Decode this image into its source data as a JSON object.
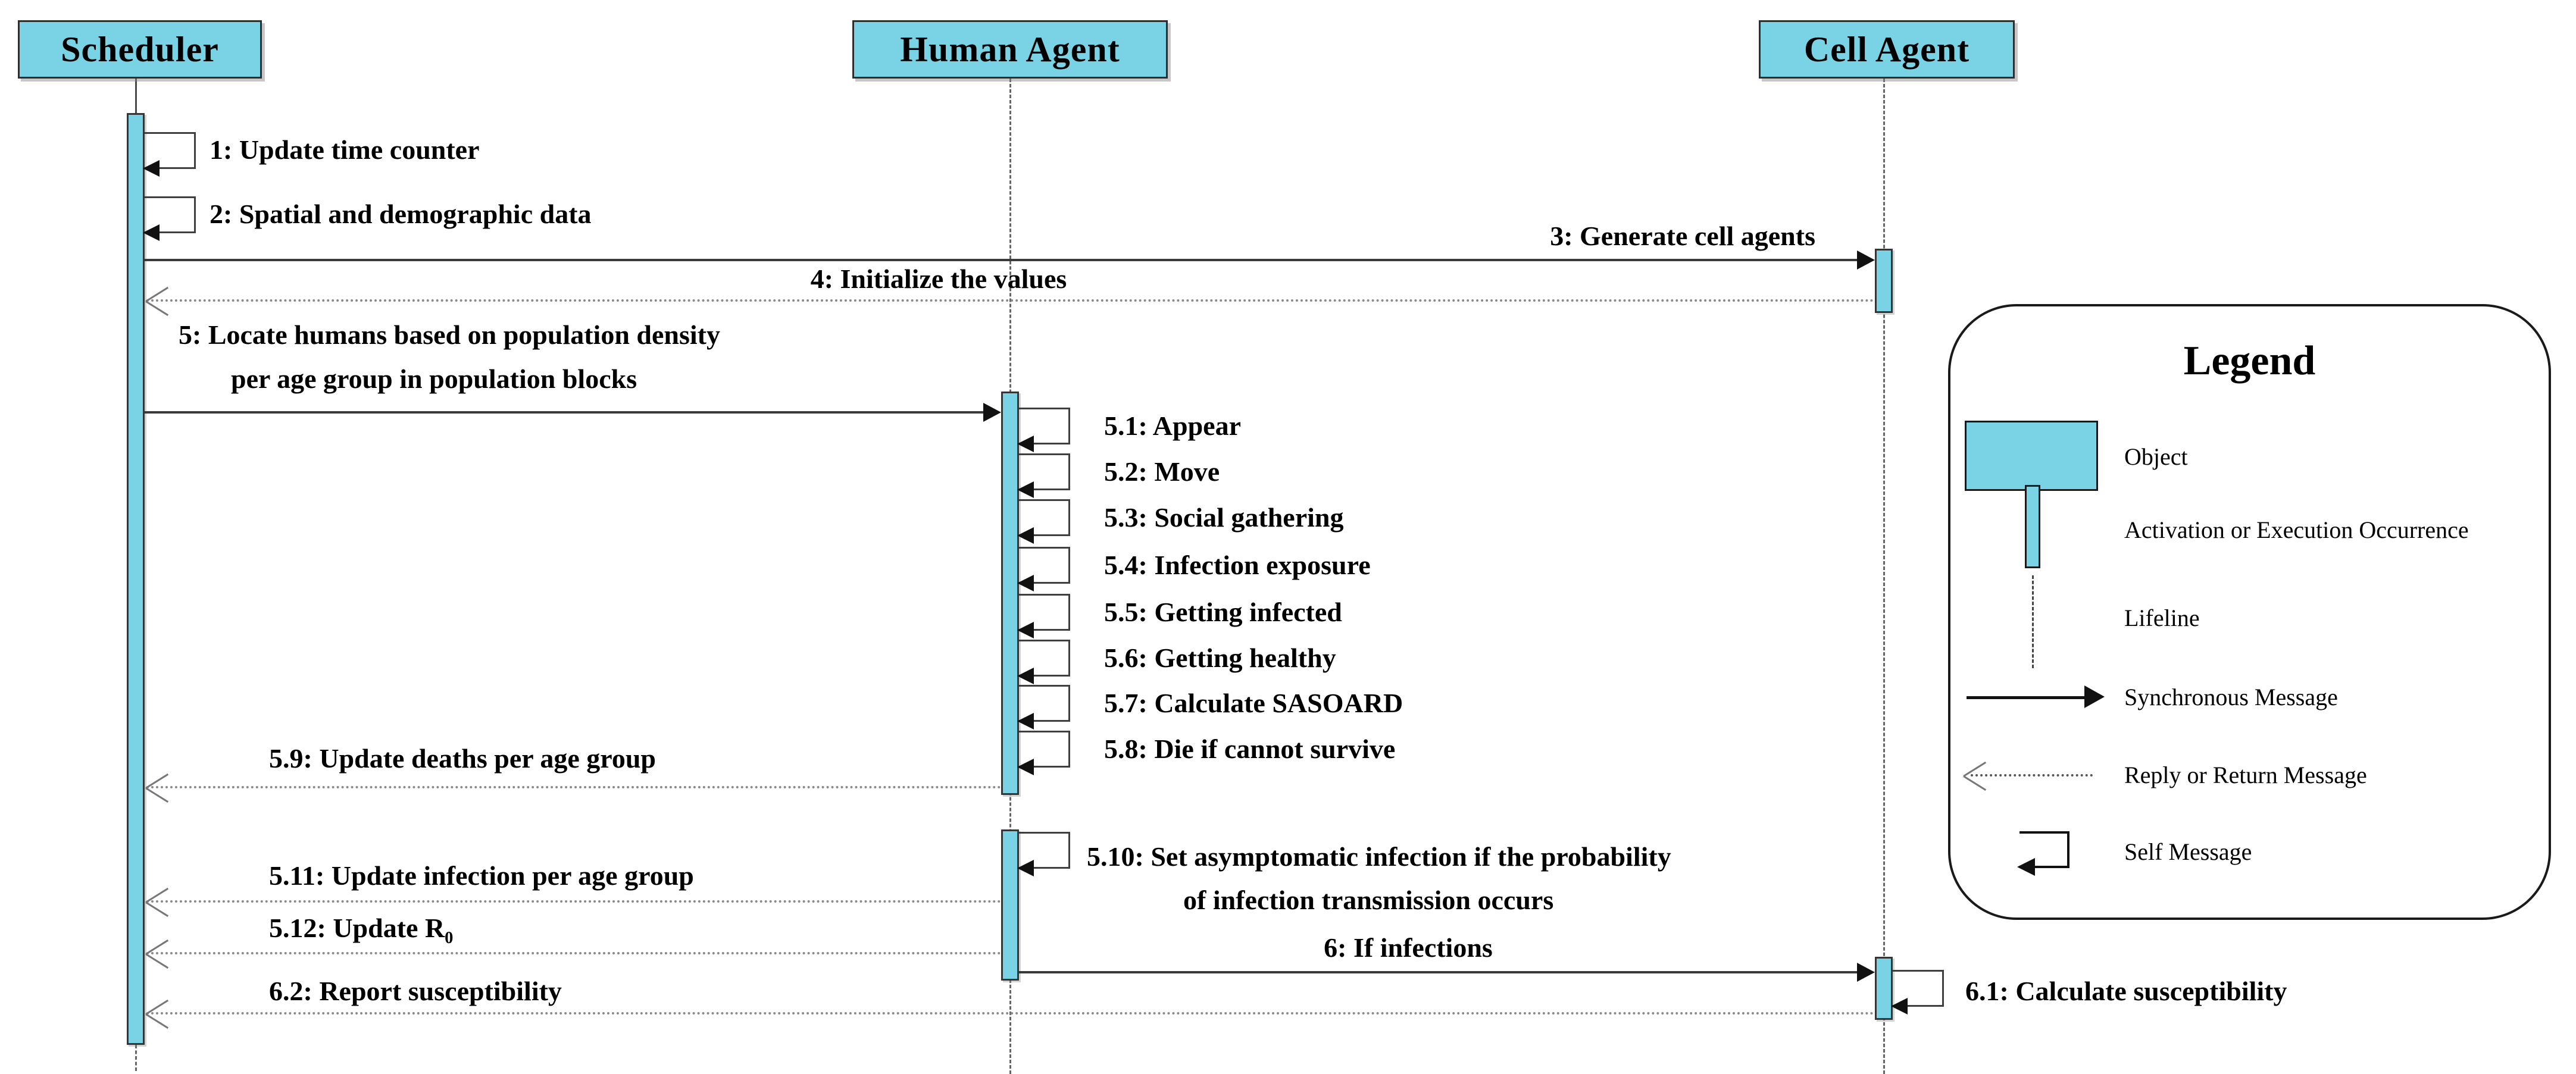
{
  "actors": {
    "scheduler": "Scheduler",
    "human": "Human Agent",
    "cell": "Cell Agent"
  },
  "messages": {
    "m1": {
      "label": "1: Update time counter"
    },
    "m2": {
      "label": "2: Spatial and demographic data"
    },
    "m3": {
      "label": "3: Generate cell agents"
    },
    "m4": {
      "label": "4: Initialize the values"
    },
    "m5": {
      "line1": "5: Locate humans based on population density",
      "line2": "per age group in population blocks"
    },
    "m51": {
      "label": "5.1: Appear"
    },
    "m52": {
      "label": "5.2: Move"
    },
    "m53": {
      "label": "5.3: Social gathering"
    },
    "m54": {
      "label": "5.4: Infection exposure"
    },
    "m55": {
      "label": "5.5: Getting infected"
    },
    "m56": {
      "label": "5.6: Getting healthy"
    },
    "m57": {
      "label": "5.7: Calculate SASOARD"
    },
    "m58": {
      "label": "5.8: Die if cannot survive"
    },
    "m59": {
      "label": "5.9: Update deaths per age group"
    },
    "m510": {
      "line1": "5.10:  Set asymptomatic infection if the probability",
      "line2": "of infection transmission occurs"
    },
    "m511": {
      "label": "5.11: Update infection per age group"
    },
    "m512": {
      "label": "5.12: Update R",
      "sub": "0"
    },
    "m6": {
      "label": "6: If infections"
    },
    "m61": {
      "label": "6.1: Calculate susceptibility"
    },
    "m62": {
      "label": "6.2: Report susceptibility"
    }
  },
  "legend": {
    "title": "Legend",
    "items": [
      {
        "label": "Object"
      },
      {
        "label": "Activation or Execution Occurrence"
      },
      {
        "label": "Lifeline"
      },
      {
        "label": "Synchronous Message"
      },
      {
        "label": "Reply or Return Message"
      },
      {
        "label": "Self Message"
      }
    ]
  },
  "colors": {
    "object_fill": "#79d3e4",
    "solid_line": "#3a3a3a",
    "return_line": "#8a8a8a"
  }
}
